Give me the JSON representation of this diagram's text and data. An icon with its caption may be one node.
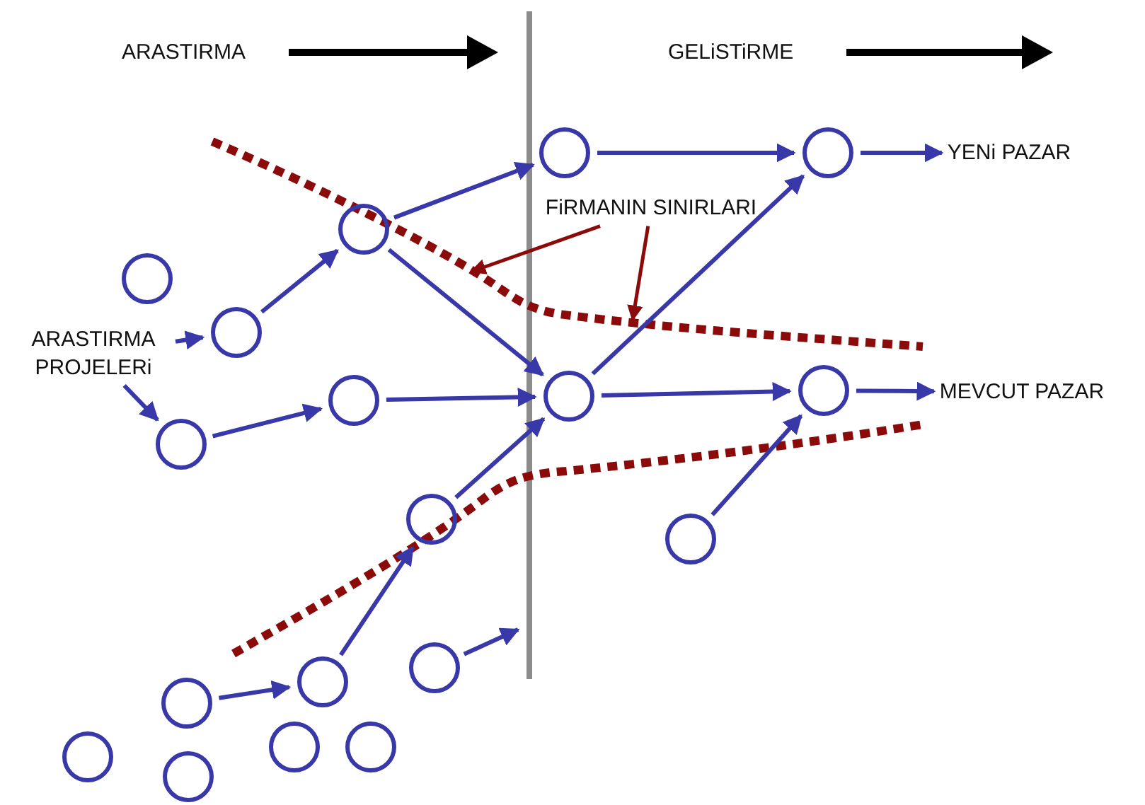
{
  "diagram": {
    "nodes": [
      {
        "text": [],
        "shape": "circle"
      },
      {
        "text": [],
        "shape": "circle"
      },
      {
        "text": [
          "YENi PAZAR"
        ]
      },
      {
        "text": [
          "FiRMANIN SINIRLARI"
        ]
      },
      {
        "text": [],
        "shape": "circle"
      },
      {
        "text": [],
        "shape": "circle"
      },
      {
        "text": [],
        "shape": "circle"
      },
      {
        "text": [
          "ARASTIRMA PROJELERi"
        ]
      },
      {
        "text": [],
        "shape": "circle"
      },
      {
        "text": [],
        "shape": "circle"
      },
      {
        "text": [],
        "shape": "circle"
      },
      {
        "text": [
          "MEVCUT PAZAR"
        ]
      },
      {
        "text": [],
        "shape": "circle"
      },
      {
        "text": [],
        "shape": "circle"
      },
      {
        "text": [],
        "shape": "circle"
      },
      {
        "text": [],
        "shape": "circle"
      },
      {
        "text": [],
        "shape": "circle"
      },
      {
        "text": [],
        "shape": "circle"
      },
      {
        "text": [],
        "shape": "circle"
      },
      {
        "text": [],
        "shape": "circle"
      },
      {
        "text": [],
        "shape": "circle"
      },
      {
        "text": [],
        "shape": "circle"
      }
    ],
    "edges": [
      {
        "from": 7,
        "to": 6,
        "arrow": "to"
      },
      {
        "from": 7,
        "to": 12,
        "arrow": "to"
      },
      {
        "from": 6,
        "to": 4,
        "arrow": "to"
      },
      {
        "from": 4,
        "to": 0,
        "arrow": "to"
      },
      {
        "from": 4,
        "to": 9,
        "arrow": "to"
      },
      {
        "from": 12,
        "to": 8,
        "arrow": "to"
      },
      {
        "from": 8,
        "to": 9,
        "arrow": "to"
      },
      {
        "from": 16,
        "to": 13,
        "arrow": "to"
      },
      {
        "from": 13,
        "to": 9,
        "arrow": "to"
      },
      {
        "from": 17,
        "to": 16,
        "arrow": "to"
      },
      {
        "from": 15,
        "to": null,
        "arrow": "to"
      },
      {
        "from": 0,
        "to": 1,
        "arrow": "to"
      },
      {
        "from": 1,
        "to": 2,
        "arrow": "to"
      },
      {
        "from": 9,
        "to": 1,
        "arrow": "to"
      },
      {
        "from": 9,
        "to": 10,
        "arrow": "to"
      },
      {
        "from": 10,
        "to": 11,
        "arrow": "to"
      },
      {
        "from": 14,
        "to": 10,
        "arrow": "to"
      },
      {
        "from": 3,
        "to": null,
        "arrow": "to",
        "color": "#8b0a0a"
      },
      {
        "from": 3,
        "to": null,
        "arrow": "to",
        "color": "#8b0a0a"
      }
    ],
    "labels": [
      "ARASTIRMA",
      "GELiSTiRME"
    ]
  }
}
